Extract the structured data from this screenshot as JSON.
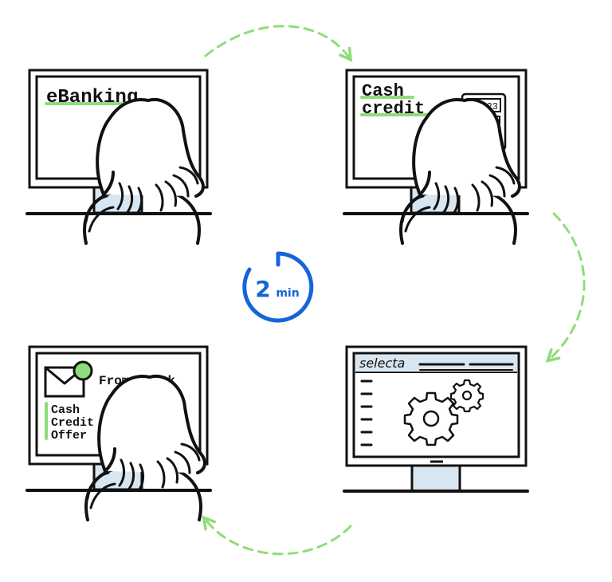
{
  "timer": {
    "number": "2",
    "unit": "min",
    "color": "#1565d8"
  },
  "panels": {
    "ebanking": {
      "title": "eBanking"
    },
    "cash_credit": {
      "line1": "Cash",
      "line2": "credit",
      "calculator_display": "123"
    },
    "selecta": {
      "title": "selecta"
    },
    "email": {
      "from": "From: Bank",
      "line1": "Cash",
      "line2": "Credit",
      "line3": "Offer"
    }
  },
  "colors": {
    "accent": "#8fdc7a",
    "ink": "#111111",
    "screen_tint": "#d8e6f2"
  }
}
